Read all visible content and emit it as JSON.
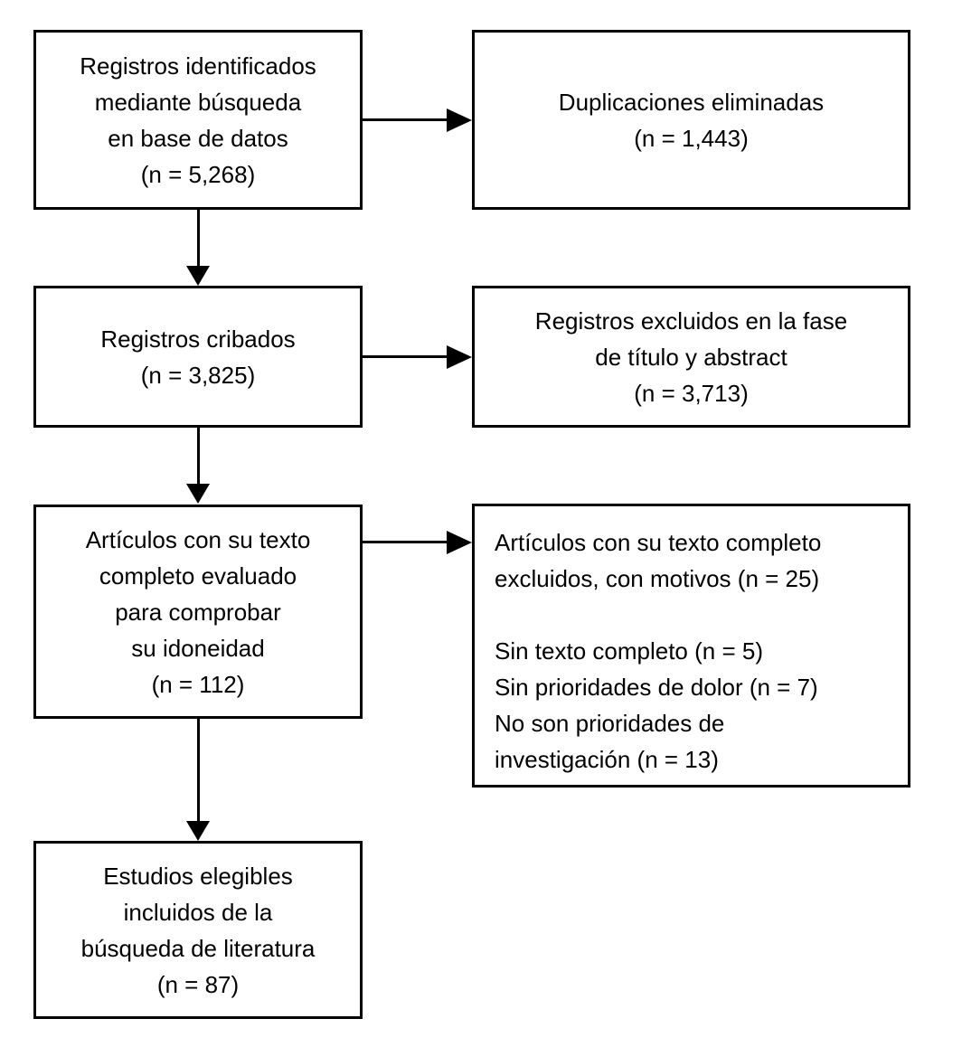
{
  "diagram_type": "flowchart",
  "language": "es",
  "colors": {
    "background": "#ffffff",
    "box_border": "#000000",
    "text": "#000000",
    "arrow": "#000000"
  },
  "boxes": [
    {
      "id": "records-identified",
      "lines": [
        "Registros identificados",
        "mediante búsqueda",
        "en base de datos",
        "(n = 5,268)"
      ],
      "n": "5,268"
    },
    {
      "id": "duplicates-removed",
      "lines": [
        "Duplicaciones eliminadas",
        "(n = 1,443)"
      ],
      "n": "1,443"
    },
    {
      "id": "records-screened",
      "lines": [
        "Registros cribados",
        "(n = 3,825)"
      ],
      "n": "3,825"
    },
    {
      "id": "records-excluded-title-abstract",
      "lines": [
        "Registros excluidos en la fase",
        "de título y abstract",
        "(n = 3,713)"
      ],
      "n": "3,713"
    },
    {
      "id": "fulltext-assessed",
      "lines": [
        "Artículos con su texto",
        "completo evaluado",
        "para comprobar",
        "su idoneidad",
        "(n = 112)"
      ],
      "n": "112"
    },
    {
      "id": "fulltext-excluded",
      "lines": [
        "Artículos con su texto completo",
        "excluidos, con motivos (n = 25)",
        "",
        "Sin texto completo (n = 5)",
        "Sin prioridades de dolor (n = 7)",
        "No son prioridades de",
        "investigación (n = 13)"
      ],
      "n": "25",
      "reasons": [
        {
          "label": "Sin texto completo",
          "n": "5"
        },
        {
          "label": "Sin prioridades de dolor",
          "n": "7"
        },
        {
          "label": "No son prioridades de investigación",
          "n": "13"
        }
      ]
    },
    {
      "id": "studies-included",
      "lines": [
        "Estudios elegibles",
        "incluidos de la",
        "búsqueda de literatura",
        "(n = 87)"
      ],
      "n": "87"
    }
  ],
  "connections": [
    {
      "from": "records-identified",
      "to": "duplicates-removed",
      "direction": "right"
    },
    {
      "from": "records-identified",
      "to": "records-screened",
      "direction": "down"
    },
    {
      "from": "records-screened",
      "to": "records-excluded-title-abstract",
      "direction": "right"
    },
    {
      "from": "records-screened",
      "to": "fulltext-assessed",
      "direction": "down"
    },
    {
      "from": "fulltext-assessed",
      "to": "fulltext-excluded",
      "direction": "right"
    },
    {
      "from": "fulltext-assessed",
      "to": "studies-included",
      "direction": "down"
    }
  ]
}
